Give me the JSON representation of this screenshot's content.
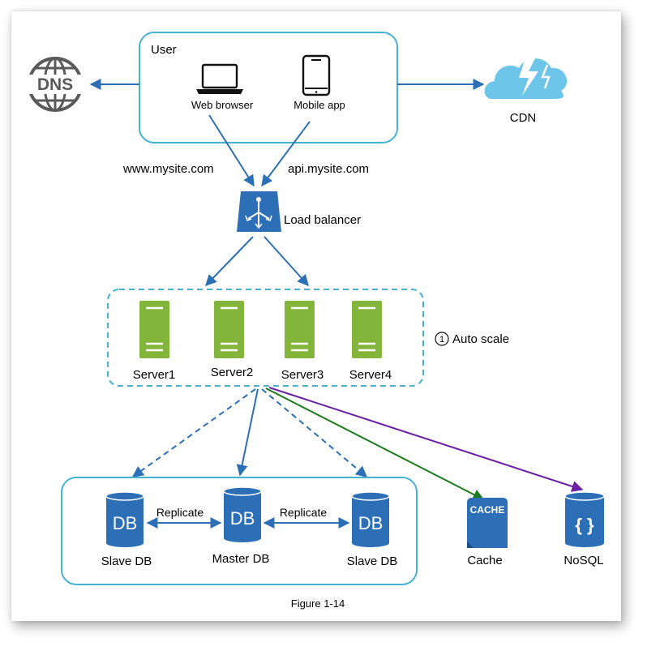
{
  "user_box": {
    "title": "User"
  },
  "clients": [
    {
      "id": "web",
      "label": "Web browser"
    },
    {
      "id": "mobile",
      "label": "Mobile app"
    }
  ],
  "dns": {
    "label": "DNS"
  },
  "cdn": {
    "label": "CDN"
  },
  "domains": {
    "web": "www.mysite.com",
    "api": "api.mysite.com"
  },
  "load_balancer": {
    "label": "Load balancer"
  },
  "servers": [
    {
      "label": "Server1"
    },
    {
      "label": "Server2"
    },
    {
      "label": "Server3"
    },
    {
      "label": "Server4"
    }
  ],
  "auto_scale": {
    "number": "1",
    "label": "Auto scale"
  },
  "databases": {
    "icon_text": "DB",
    "slave_left": "Slave DB",
    "master": "Master DB",
    "slave_right": "Slave DB",
    "replicate_left": "Replicate",
    "replicate_right": "Replicate"
  },
  "cache": {
    "icon_text": "CACHE",
    "label": "Cache"
  },
  "nosql": {
    "icon_text": "{ }",
    "label": "NoSQL"
  },
  "caption": "Figure 1-14",
  "colors": {
    "accent_blue": "#2c6fb6",
    "box_border": "#44b3d3",
    "server_green": "#82b53a",
    "arrow_green": "#1e7a1e",
    "arrow_purple": "#6a1fa4",
    "dns_gray": "#5a5a5a",
    "cdn_cloud": "#6ec5ea"
  }
}
